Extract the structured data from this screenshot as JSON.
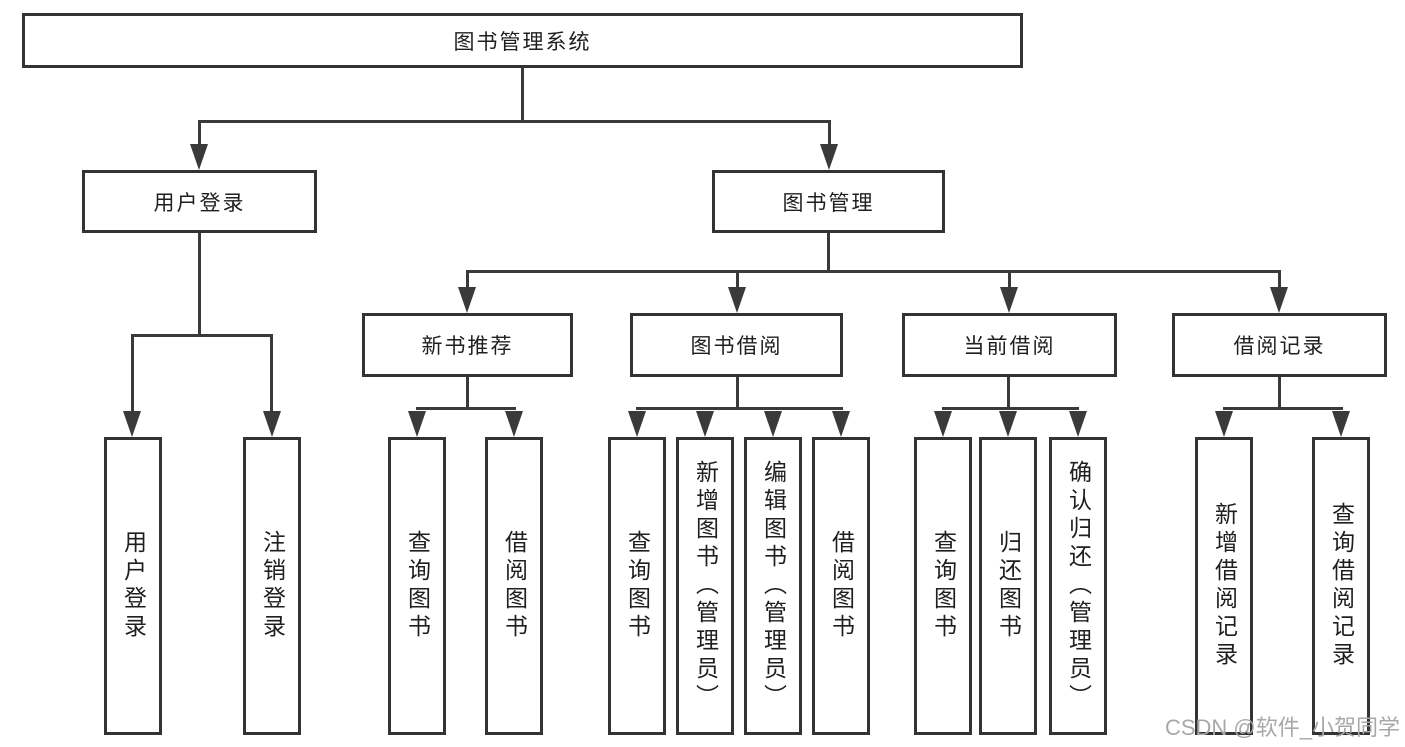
{
  "diagram": {
    "root": {
      "label": "图书管理系统",
      "children": [
        {
          "label": "用户登录",
          "children": [
            {
              "label": "用户登录"
            },
            {
              "label": "注销登录"
            }
          ]
        },
        {
          "label": "图书管理",
          "children": [
            {
              "label": "新书推荐",
              "children": [
                {
                  "label": "查询图书"
                },
                {
                  "label": "借阅图书"
                }
              ]
            },
            {
              "label": "图书借阅",
              "children": [
                {
                  "label": "查询图书"
                },
                {
                  "label": "新增图书（管理员）"
                },
                {
                  "label": "编辑图书（管理员）"
                },
                {
                  "label": "借阅图书"
                }
              ]
            },
            {
              "label": "当前借阅",
              "children": [
                {
                  "label": "查询图书"
                },
                {
                  "label": "归还图书"
                },
                {
                  "label": "确认归还（管理员）"
                }
              ]
            },
            {
              "label": "借阅记录",
              "children": [
                {
                  "label": "新增借阅记录"
                },
                {
                  "label": "查询借阅记录"
                }
              ]
            }
          ]
        }
      ]
    }
  },
  "watermark": {
    "text": "CSDN @软件_小贺同学"
  },
  "colors": {
    "line": "#3a3a3a",
    "box_border": "#333333",
    "box_background": "#ffffff",
    "text": "#1f1f1f",
    "watermark": "#a8a8a8"
  }
}
